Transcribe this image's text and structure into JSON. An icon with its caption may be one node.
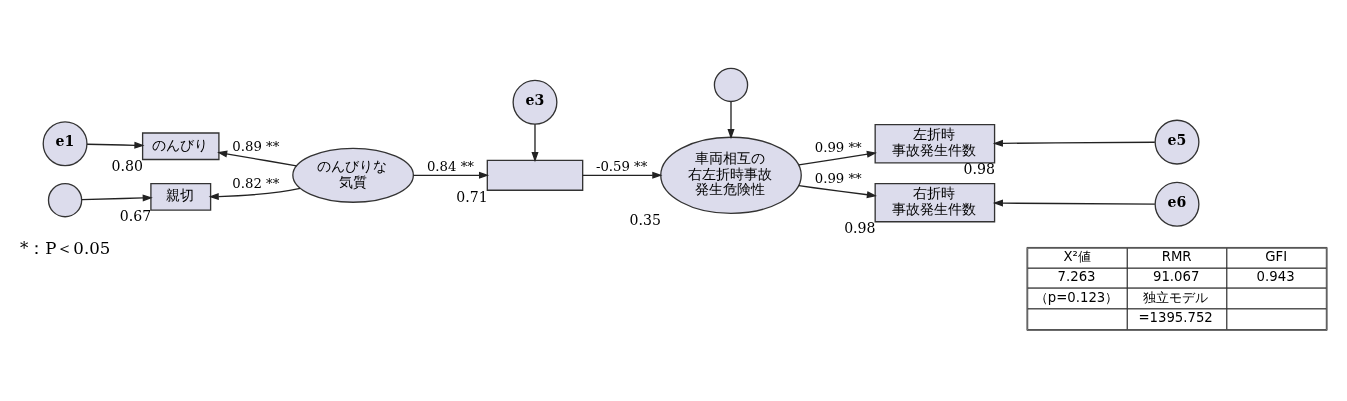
{
  "diagram": {
    "nodes": [
      {
        "text": [
          "e1"
        ]
      },
      {
        "text": [
          "のんびり"
        ],
        "beside": [
          "0.80"
        ]
      },
      {
        "text": [],
        "shape": "circle"
      },
      {
        "text": [
          "親切"
        ],
        "beside": [
          "0.67"
        ]
      },
      {
        "text": [
          "のんびりな気質"
        ]
      },
      {
        "text": [
          "e3"
        ]
      },
      {
        "text": [],
        "shape": "box",
        "beside": [
          "0.71"
        ]
      },
      {
        "text": [],
        "shape": "circle"
      },
      {
        "text": [
          "車両相互の右左折時事故発生危険性"
        ],
        "beside": [
          "0.35"
        ]
      },
      {
        "text": [
          "左折時事故発生件数"
        ],
        "beside": [
          "0.98"
        ]
      },
      {
        "text": [
          "e5"
        ]
      },
      {
        "text": [
          "右折時事故発生件数"
        ],
        "beside": [
          "0.98"
        ]
      },
      {
        "text": [
          "e6"
        ]
      }
    ],
    "edges": [
      {
        "from": 0,
        "to": 1,
        "arrow": "to"
      },
      {
        "from": 4,
        "to": 1,
        "arrow": "to",
        "label": "0.89 **"
      },
      {
        "from": 2,
        "to": 3,
        "arrow": "to"
      },
      {
        "from": 4,
        "to": 3,
        "arrow": "to",
        "label": "0.82 **"
      },
      {
        "from": 4,
        "to": 6,
        "arrow": "to",
        "label": "0.84 **"
      },
      {
        "from": 5,
        "to": 6,
        "arrow": "to"
      },
      {
        "from": 6,
        "to": 8,
        "arrow": "to",
        "label": "-0.59 **"
      },
      {
        "from": 7,
        "to": 8,
        "arrow": "to"
      },
      {
        "from": 8,
        "to": 9,
        "arrow": "to",
        "label": "0.99 **"
      },
      {
        "from": 8,
        "to": 11,
        "arrow": "to",
        "label": "0.99 **"
      },
      {
        "from": 10,
        "to": 9,
        "arrow": "to"
      },
      {
        "from": 12,
        "to": 11,
        "arrow": "to"
      }
    ],
    "labels": [
      "X²値",
      "RMR",
      "GFI",
      "7.263",
      "91.067",
      "0.943",
      "（p=0.123）",
      "独立モデル",
      "=1395.752",
      "*：P＜0.05"
    ]
  }
}
